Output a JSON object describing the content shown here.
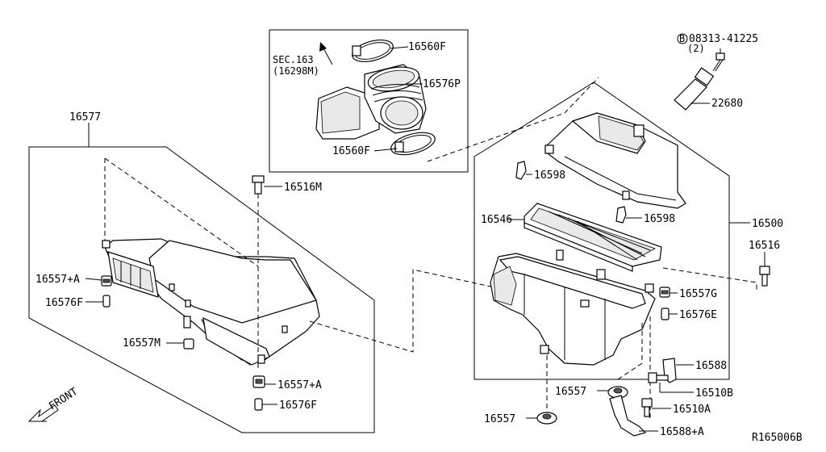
{
  "labels": {
    "p16560F_top": "16560F",
    "p16576P": "16576P",
    "p16560F_bot": "16560F",
    "sec": "SEC.163",
    "sec_sub": "(16298M)",
    "bolt_code": "08313-41225",
    "bolt_qty": "(2)",
    "bolt_prefix": "B",
    "p22680": "22680",
    "p16577": "16577",
    "p16516M": "16516M",
    "p16557A_top": "16557+A",
    "p16576F_top": "16576F",
    "p16557M": "16557M",
    "p16557A_bot": "16557+A",
    "p16576F_bot": "16576F",
    "p16598_top": "16598",
    "p16598_bot": "16598",
    "p16546": "16546",
    "p16500": "16500",
    "p16516": "16516",
    "p16557G": "16557G",
    "p16576E": "16576E",
    "p16588": "16588",
    "p16510B": "16510B",
    "p16557_mid": "16557",
    "p16510A": "16510A",
    "p16557_bot": "16557",
    "p16588A": "16588+A",
    "front": "FRONT",
    "ref": "R165006B"
  }
}
